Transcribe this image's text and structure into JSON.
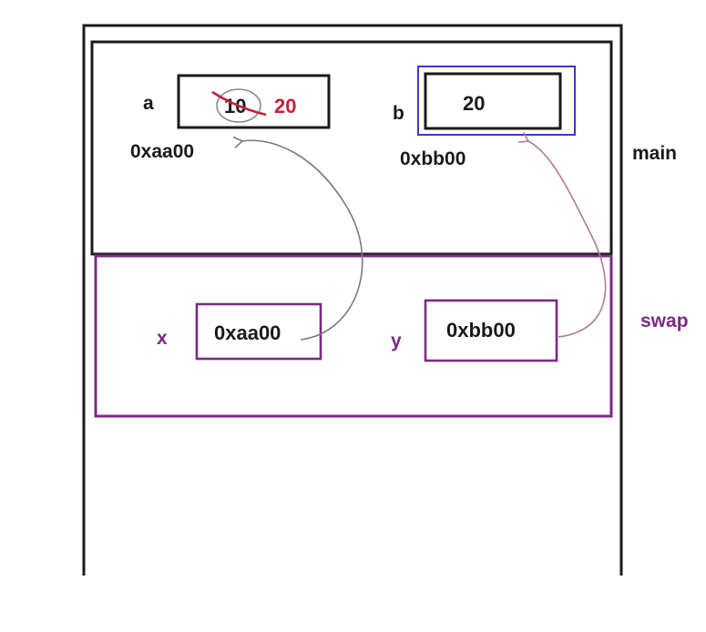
{
  "colors": {
    "ink": "#1a1a1a",
    "purple": "#7b2a86",
    "blue": "#3a3ac8",
    "red": "#c0203a",
    "arrow_gray": "#7a7a7a",
    "arrow_pink": "#b07a98"
  },
  "main_frame": {
    "label": "main",
    "var_a": {
      "name": "a",
      "old_value": "10",
      "value": "20",
      "address": "0xaa00"
    },
    "var_b": {
      "name": "b",
      "value": "20",
      "address": "0xbb00"
    }
  },
  "swap_frame": {
    "label": "swap",
    "var_x": {
      "name": "x",
      "value": "0xaa00"
    },
    "var_y": {
      "name": "y",
      "value": "0xbb00"
    }
  },
  "arrows": [
    {
      "from": "x",
      "to": "a",
      "style": "gray"
    },
    {
      "from": "y",
      "to": "b",
      "style": "pink"
    }
  ]
}
